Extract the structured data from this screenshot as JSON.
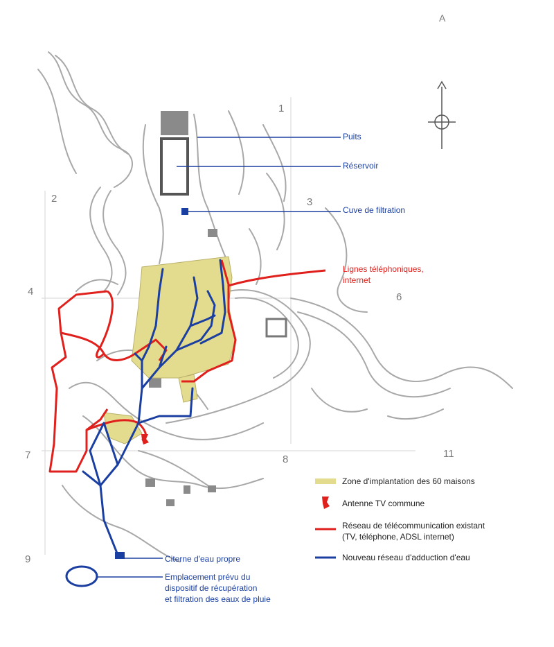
{
  "colors": {
    "water_network": "#1b3fa0",
    "telecom_network": "#e0201c",
    "houses_zone": "#e3dc8e",
    "background": "#ffffff",
    "topography": "#a8a8a8"
  },
  "icons": {
    "north": "north-arrow-compass-icon",
    "antenna": "tv-antenna-icon"
  },
  "compass_letter": "A",
  "grid_labels": [
    "1",
    "2",
    "3",
    "4",
    "6",
    "7",
    "8",
    "11",
    "9"
  ],
  "callouts": {
    "well": "Puits",
    "reservoir": "Réservoir",
    "filtration_tank": "Cuve de filtration",
    "phone_lines": [
      "Lignes téléphoniques,",
      "internet"
    ],
    "clean_water_tank": "Citerne d'eau propre",
    "rainwater_system": [
      "Emplacement prévu du",
      "dispositif de récupération",
      "et filtration des eaux de pluie"
    ]
  },
  "legend": {
    "houses_zone": "Zone d'implantation des 60 maisons",
    "tv_antenna": "Antenne TV commune",
    "telecom_network": [
      "Réseau de télécommunication existant",
      "(TV, téléphone, ADSL internet)"
    ],
    "water_network": "Nouveau réseau d'adduction d'eau"
  }
}
